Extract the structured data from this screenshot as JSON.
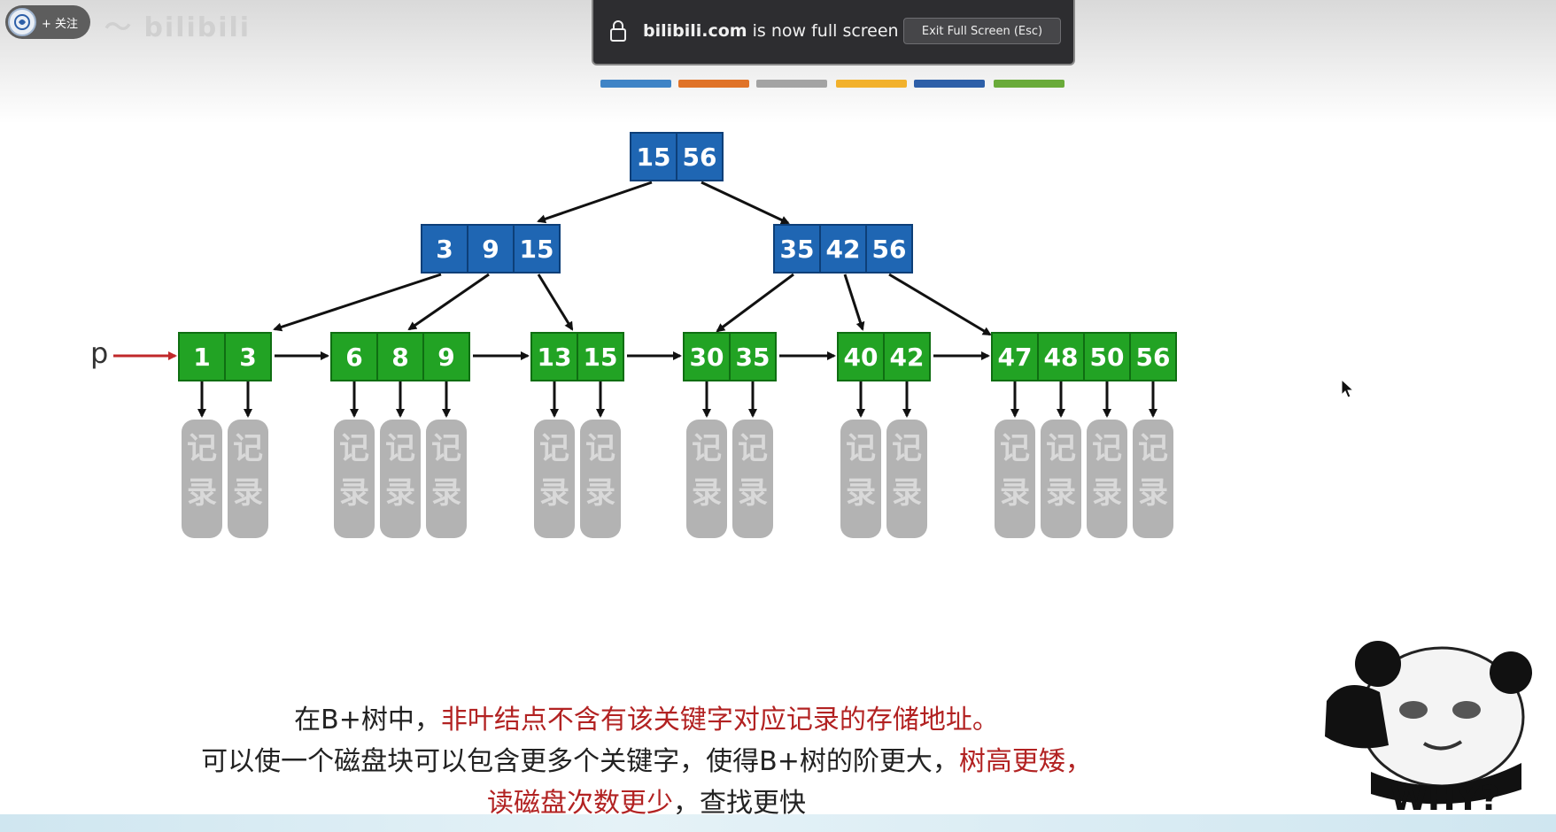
{
  "browser": {
    "fullscreen_toast": {
      "domain": "bilibili.com",
      "message": " is now full screen",
      "exit_button": "Exit Full Screen (Esc)"
    }
  },
  "uploader": {
    "follow_label": "+ 关注"
  },
  "slide": {
    "title_hidden": "B+树 VS B树",
    "color_bar": [
      "#3f84c6",
      "#e07328",
      "#a3a3a3",
      "#f2b12c",
      "#2d5fa8",
      "#6aab3a"
    ],
    "diagram": {
      "pointer_label": "p",
      "root": [
        "15",
        "56"
      ],
      "internal": [
        [
          "3",
          "9",
          "15"
        ],
        [
          "35",
          "42",
          "56"
        ]
      ],
      "leaves": [
        [
          "1",
          "3"
        ],
        [
          "6",
          "8",
          "9"
        ],
        [
          "13",
          "15"
        ],
        [
          "30",
          "35"
        ],
        [
          "40",
          "42"
        ],
        [
          "47",
          "48",
          "50",
          "56"
        ]
      ],
      "record_label": [
        "记",
        "录"
      ],
      "colors": {
        "internal": "#1f66b3",
        "leaf": "#22a324",
        "record": "#b3b3b3",
        "pointer": "#c0282a"
      }
    },
    "text": {
      "line1_prefix": "在B+树中，",
      "line1_red": "非叶结点不含有该关键字对应记录的存储地址。",
      "line2_prefix": "可以使一个磁盘块可以包含更多个关键字，使得B+树的阶更大，",
      "line2_red": "树高更矮，",
      "line3_red": "读磁盘次数更少",
      "line3_suffix": "，查找更快"
    },
    "meme_caption": "WHY?"
  }
}
